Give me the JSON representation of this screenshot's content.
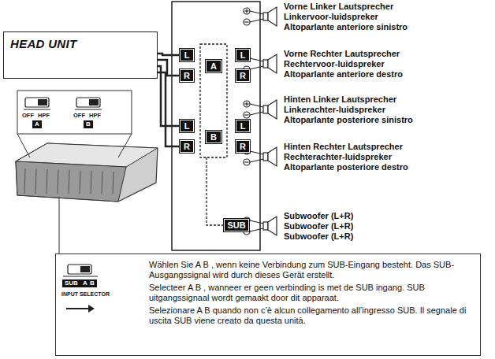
{
  "diagram": {
    "nodes": [
      {
        "text": [
          "HEAD UNIT"
        ]
      },
      {
        "text": [
          "L"
        ]
      },
      {
        "text": [
          "R"
        ]
      },
      {
        "text": [
          "A"
        ]
      },
      {
        "text": [
          "L"
        ]
      },
      {
        "text": [
          "R"
        ]
      },
      {
        "text": [
          "L"
        ]
      },
      {
        "text": [
          "R"
        ]
      },
      {
        "text": [
          "B"
        ]
      },
      {
        "text": [
          "L"
        ]
      },
      {
        "text": [
          "R"
        ]
      },
      {
        "text": [
          "SUB"
        ]
      },
      {
        "text": [
          "Wählen Sie A B , wenn keine Verbindung zum SUB-Eingang besteht. Das SUB-Ausgangssignal wird durch dieses Gerät erstellt.",
          "Selecteer A B , wanneer er geen verbinding is met de SUB ingang. SUB uitgangssignaal wordt gemaakt door dit apparaat.",
          "Selezionare A B quando non c’è alcun collegamento all’ingresso SUB. Il segnale di uscita SUB viene creato da questa unità."
        ]
      }
    ],
    "edges": [
      {
        "from": 0,
        "to": 1,
        "arrow": "none"
      },
      {
        "from": 0,
        "to": 2,
        "arrow": "none"
      },
      {
        "from": 0,
        "to": 6,
        "arrow": "none"
      },
      {
        "from": 0,
        "to": 7,
        "arrow": "none"
      }
    ],
    "labels": [
      "Vorne Linker Lautsprecher",
      "Linkervoor-luidspreker",
      "Altoparlante anteriore sinistro",
      "Vorne Rechter Lautsprecher",
      "Rechtervoor-luidspreker",
      "Altoparlante anteriore destro",
      "Hinten Linker Lautsprecher",
      "Linkerachter-luidspreker",
      "Altoparlante posteriore sinistro",
      "Hinten Rechter Lautsprecher",
      "Rechterachter-luidspreker",
      "Altoparlante posteriore destro",
      "Subwoofer (L+R)",
      "Subwoofer (L+R)",
      "Subwoofer (L+R)",
      "OFF",
      "HPF",
      "A",
      "OFF",
      "HPF",
      "B",
      "SUB",
      "A",
      "B",
      "INPUT SELECTOR"
    ]
  }
}
